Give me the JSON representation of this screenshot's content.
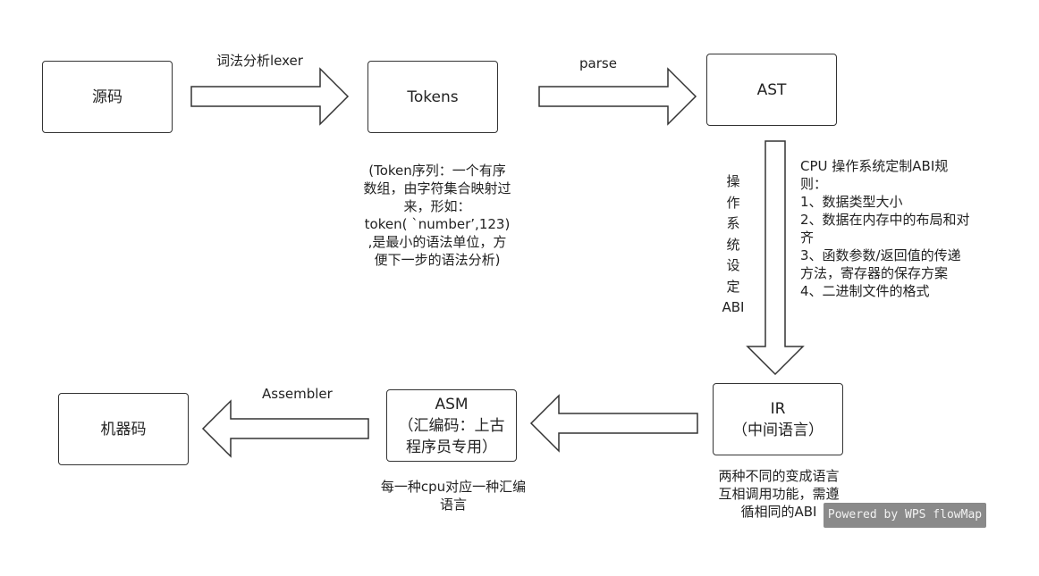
{
  "nodes": {
    "source": {
      "label": "源码"
    },
    "tokens": {
      "label": "Tokens"
    },
    "ast": {
      "label": "AST"
    },
    "ir": {
      "line1": "IR",
      "line2": "（中间语言）"
    },
    "asm": {
      "line1": "ASM",
      "line2": "（汇编码：上古",
      "line3": "程序员专用）"
    },
    "machine": {
      "label": "机器码"
    }
  },
  "edges": {
    "lexer": "词法分析lexer",
    "parse": "parse",
    "assembler": "Assembler",
    "os_abi_vertical": [
      "操",
      "作",
      "系",
      "统",
      "设",
      "定",
      "ABI"
    ]
  },
  "notes": {
    "tokens": [
      "(Token序列：一个有序",
      "数组，由字符集合映射过",
      "来，形如：",
      "token( `number’,123)",
      ",是最小的语法单位，方",
      "便下一步的语法分析)"
    ],
    "abi": [
      "CPU  操作系统定制ABI规",
      "则：",
      "1、数据类型大小",
      "2、数据在内存中的布局和对",
      "齐",
      "3、函数参数/返回值的传递",
      "方法，寄存器的保存方案",
      "4、二进制文件的格式"
    ],
    "ir": [
      "两种不同的变成语言",
      "互相调用功能，需遵",
      "循相同的ABI"
    ],
    "asm": [
      "每一种cpu对应一种汇编",
      "语言"
    ]
  },
  "watermark": "Powered by WPS flowMap"
}
